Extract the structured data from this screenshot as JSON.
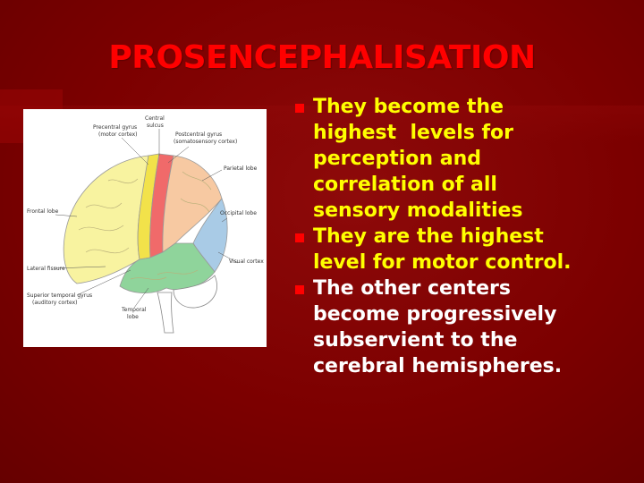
{
  "slide": {
    "title": "PROSENCEPHALISATION",
    "accent_color": "#ff0000",
    "background_color": "#800000"
  },
  "figure": {
    "labels": {
      "precentral": "Precentral gyrus",
      "motor_cortex": "(motor cortex)",
      "central": "Central",
      "sulcus": "sulcus",
      "postcentral": "Postcentral gyrus",
      "somatosensory": "(somatosensory cortex)",
      "parietal": "Parietal lobe",
      "frontal": "Frontal lobe",
      "occipital": "Occipital lobe",
      "lateral_fissure": "Lateral fissure",
      "visual_cortex": "Visual cortex",
      "superior_temporal": "Superior temporal gyrus",
      "auditory": "(auditory cortex)",
      "temporal": "Temporal",
      "lobe": "lobe"
    },
    "region_colors": {
      "frontal": "#f8f3a0",
      "motor": "#f2e24a",
      "somatosensory": "#f06a6a",
      "parietal": "#f7c9a2",
      "occipital": "#a9cbe6",
      "temporal": "#8fd49b",
      "cerebellum": "#ffffff"
    }
  },
  "bullets": [
    {
      "lines": [
        "They become the",
        "highest  levels for",
        "perception and",
        "correlation of all",
        "sensory modalities"
      ],
      "color": "#ffff00"
    },
    {
      "lines": [
        "They are the highest",
        "level for motor control."
      ],
      "color": "#ffff00"
    },
    {
      "lines": [
        "The other centers",
        "become progressively",
        "subservient to the",
        "cerebral hemispheres."
      ],
      "color": "#ffffff"
    }
  ]
}
